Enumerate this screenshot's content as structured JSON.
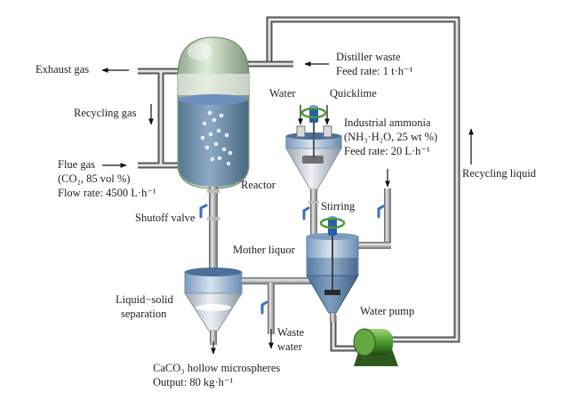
{
  "title": "CaCO3 hollow microspheres production process flow",
  "labels": {
    "exhaust_gas": "Exhaust gas",
    "recycling_gas": "Recycling gas",
    "flue_gas": "Flue gas",
    "flue_gas_composition": "(CO₂, 85 vol %)",
    "flue_gas_flow": "Flow rate: 4500 L·h⁻¹",
    "reactor": "Reactor",
    "shutoff_valve": "Shutoff valve",
    "distiller_waste": "Distiller waste",
    "distiller_feed": "Feed rate: 1 t·h⁻¹",
    "water": "Water",
    "quicklime": "Quicklime",
    "industrial_ammonia": "Industrial ammonia",
    "ammonia_composition": "(NH₃·H₂O, 25 wt %)",
    "ammonia_feed": "Feed rate: 20 L·h⁻¹",
    "recycling_liquid": "Recycling liquid",
    "stirring": "Stirring",
    "mother_liquor": "Mother liquor",
    "liquid_solid_1": "Liquid−solid",
    "liquid_solid_2": "separation",
    "waste_1": "Waste",
    "waste_2": "water",
    "water_pump": "Water pump",
    "product": "CaCO₃ hollow microspheres",
    "product_output": "Output: 80 kg·h⁻¹"
  },
  "colors": {
    "pipe_dark": "#4a4a4a",
    "pipe_light": "#c8c8c8",
    "reactor_glass": "#c9dcc0",
    "liquid_blue": "#5f86b0",
    "vessel_blue": "#8fb3d6",
    "valve_blue": "#3a6fc0",
    "stir_green": "#4c9a3c",
    "pump_green": "#3f8a2a"
  }
}
